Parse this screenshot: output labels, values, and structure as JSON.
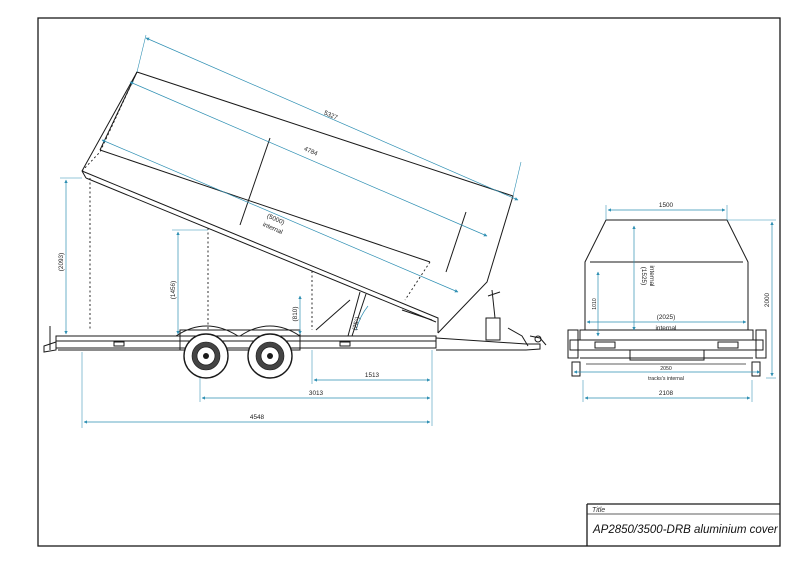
{
  "title_block": {
    "label": "Title",
    "title": "AP2850/3500-DRB aluminium cover"
  },
  "dimensions": {
    "side": {
      "overall_tilted_length": "5327",
      "cover_length": "4784",
      "internal_length_value": "(5000)",
      "internal_length_note": "internal",
      "tilted_height": "(2093)",
      "hinge_height": "(1456)",
      "frame_height": "(810)",
      "tilt_angle": "(25°)",
      "pivot_to_rear": "1513",
      "axle_to_rear": "3013",
      "overall_length": "4548"
    },
    "rear": {
      "top_width": "1500",
      "internal_height_value": "(1525)",
      "internal_height_note": "internal",
      "side_height": "1010",
      "total_height": "2000",
      "internal_width_value": "(2025)",
      "internal_width_note": "internal",
      "track_value": "2050",
      "track_note": "tracks's internal",
      "overall_width": "2108"
    }
  },
  "colors": {
    "line": "#1a1a1a",
    "dimension": "#2e8fb3"
  }
}
